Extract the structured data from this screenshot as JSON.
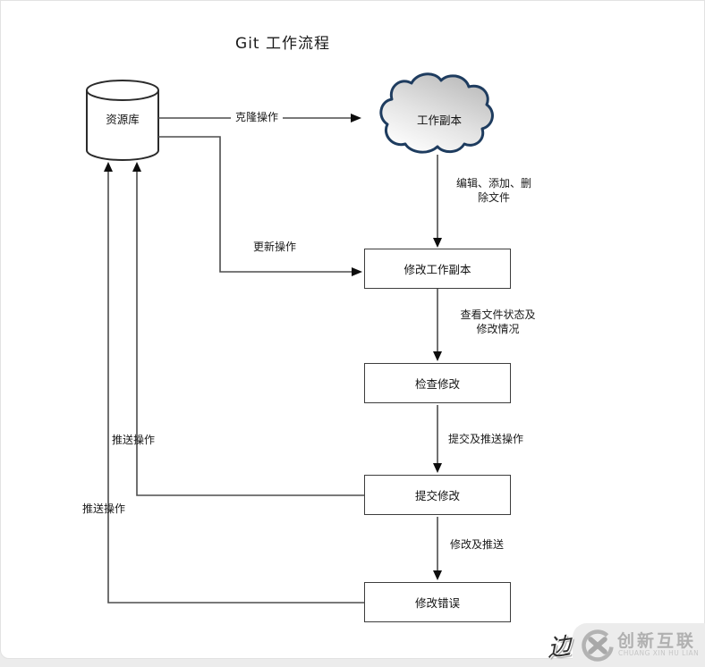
{
  "page": {
    "title": "Git 工作流程"
  },
  "diagram": {
    "type": "flowchart",
    "nodes": {
      "repository": {
        "label": "资源库",
        "shape": "cylinder"
      },
      "working_copy": {
        "label": "工作副本",
        "shape": "cloud"
      },
      "modify_working_copy": {
        "label": "修改工作副本",
        "shape": "rect"
      },
      "check_changes": {
        "label": "检查修改",
        "shape": "rect"
      },
      "commit_changes": {
        "label": "提交修改",
        "shape": "rect"
      },
      "fix_errors": {
        "label": "修改错误",
        "shape": "rect"
      }
    },
    "edges": [
      {
        "from": "repository",
        "to": "working_copy",
        "label": "克隆操作"
      },
      {
        "from": "working_copy",
        "to": "modify_working_copy",
        "label": "编辑、添加、删除文件",
        "label_lines": [
          "编辑、添加、删",
          "除文件"
        ]
      },
      {
        "from": "repository",
        "to": "modify_working_copy",
        "label": "更新操作"
      },
      {
        "from": "modify_working_copy",
        "to": "check_changes",
        "label": "查看文件状态及修改情况",
        "label_lines": [
          "查看文件状态及",
          "修改情况"
        ]
      },
      {
        "from": "check_changes",
        "to": "commit_changes",
        "label": "提交及推送操作"
      },
      {
        "from": "commit_changes",
        "to": "fix_errors",
        "label": "修改及推送"
      },
      {
        "from": "commit_changes",
        "to": "repository",
        "label": "推送操作"
      },
      {
        "from": "fix_errors",
        "to": "repository",
        "label": "推送操作"
      }
    ],
    "colors": {
      "line": "#4d4d4d",
      "arrowhead": "#0d0d0d",
      "box_border": "#3d3d3d",
      "cloud_border": "#1e3c5f",
      "cloud_fill_top": "#b9b9b9",
      "cloud_fill_bottom": "#ffffff"
    }
  },
  "watermark": {
    "seal_glyph": "边",
    "logo_name": "创新互联",
    "logo_subtext": "CHUANG XIN HU LIAN"
  }
}
